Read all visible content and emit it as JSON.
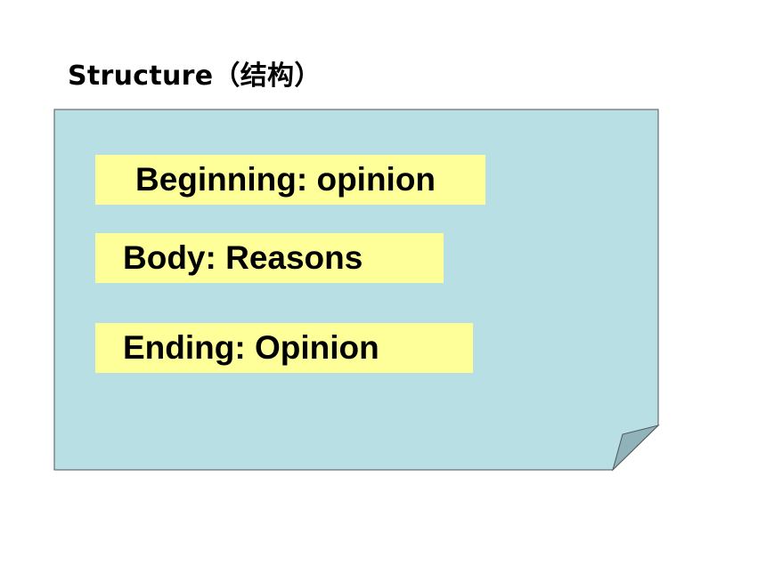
{
  "slide": {
    "title": "Structure（结构）"
  },
  "note": {
    "fill_color": "#b8dfe3",
    "fold_color": "#8fb3b8",
    "border_color": "#555555",
    "items": [
      {
        "label": "Beginning: opinion"
      },
      {
        "label": "Body: Reasons"
      },
      {
        "label": "Ending: Opinion"
      }
    ],
    "box_color": "#ffff99"
  }
}
